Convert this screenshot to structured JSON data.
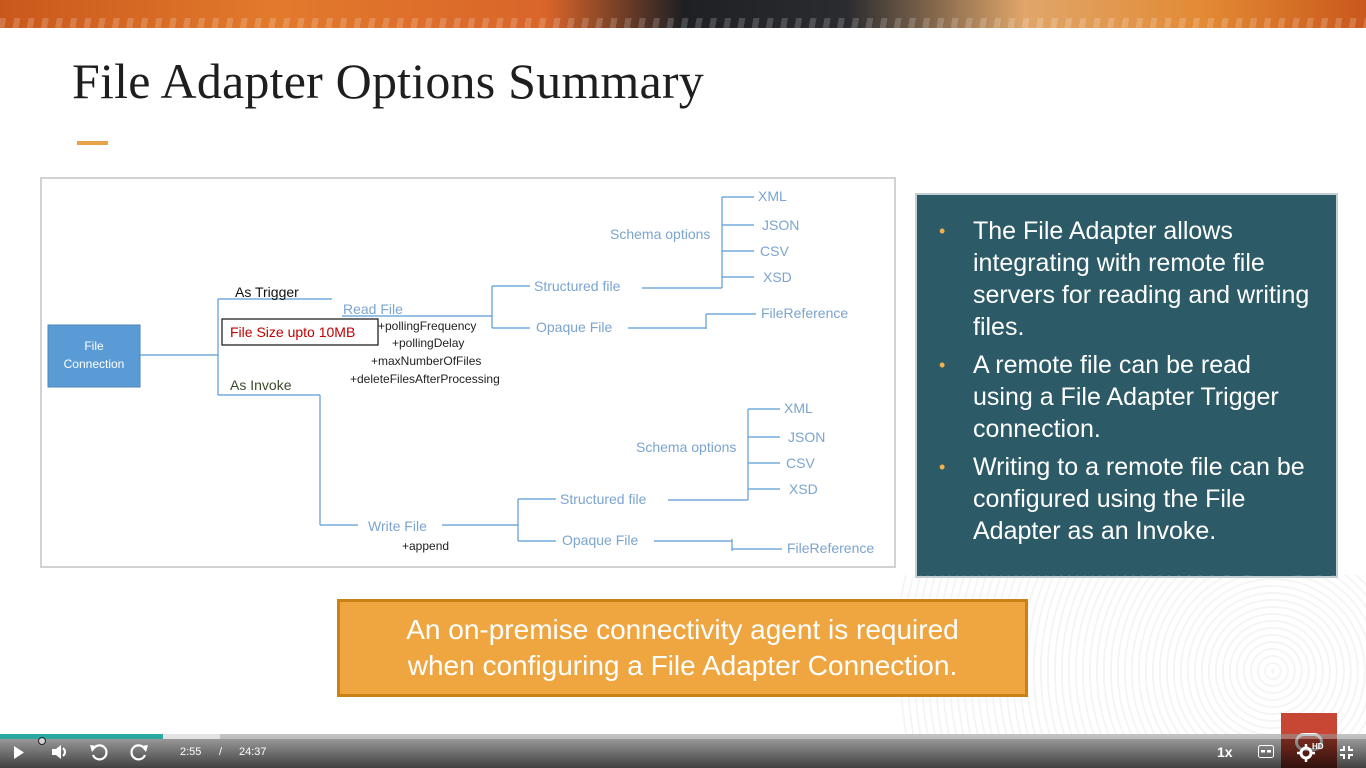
{
  "slide": {
    "title": "File Adapter Options Summary",
    "accent_color": "#e8a24a"
  },
  "diagram": {
    "root": "File\nConnection",
    "root_line1": "File",
    "root_line2": "Connection",
    "as_trigger": "As Trigger",
    "as_invoke": "As Invoke",
    "file_size_note": "File Size upto 10MB",
    "read_file": "Read File",
    "read_params": [
      "+pollingFrequency",
      "+pollingDelay",
      "+maxNumberOfFiles",
      "+deleteFilesAfterProcessing"
    ],
    "write_file": "Write File",
    "write_params": [
      "+append"
    ],
    "structured_file": "Structured file",
    "opaque_file": "Opaque File",
    "schema_options": "Schema options",
    "schema_list": [
      "XML",
      "JSON",
      "CSV",
      "XSD"
    ],
    "file_reference": "FileReference"
  },
  "info_panel": {
    "bullets": [
      "The File Adapter allows integrating with remote file servers for reading and writing files.",
      "A remote file can be read using a File Adapter Trigger connection.",
      "Writing to a remote file can be configured using the File Adapter as an Invoke."
    ],
    "background_color": "#2c5b67"
  },
  "callout": {
    "text_line1": "An on-premise connectivity agent is required",
    "text_line2": "when configuring a File Adapter Connection."
  },
  "player": {
    "current_time": "2:55",
    "separator": "/",
    "total_time": "24:37",
    "speed": "1x",
    "hd_badge": "HD",
    "played_fraction": 0.119,
    "buffered_fraction": 0.161,
    "icons": [
      "play-icon",
      "volume-icon",
      "rewind-icon",
      "forward-icon",
      "captions-icon",
      "settings-icon",
      "exit-fullscreen-icon"
    ]
  }
}
